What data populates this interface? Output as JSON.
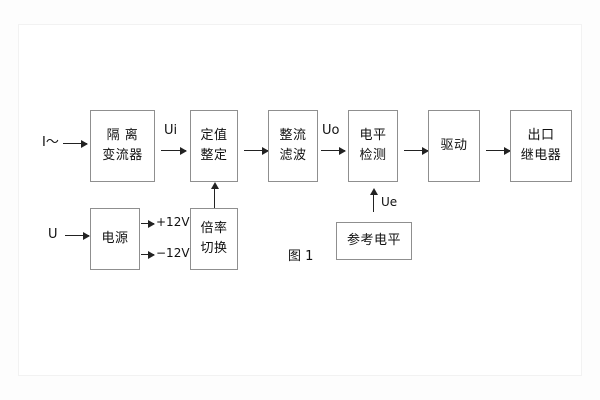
{
  "figure": {
    "caption": "图 1",
    "background": "#ffffff",
    "line_color": "#8f8f8f",
    "arrow_color": "#222222",
    "text_color": "#111111"
  },
  "blocks": [
    {
      "id": "isolation-ct",
      "lines": [
        "隔 离",
        "变流器"
      ]
    },
    {
      "id": "setpoint",
      "lines": [
        "定值",
        "整定"
      ]
    },
    {
      "id": "rectify-filter",
      "lines": [
        "整流",
        "滤波"
      ]
    },
    {
      "id": "level-detect",
      "lines": [
        "电平",
        "检测"
      ]
    },
    {
      "id": "drive",
      "lines": [
        "驱动"
      ]
    },
    {
      "id": "output-relay",
      "lines": [
        "出口",
        "继电器"
      ]
    },
    {
      "id": "power-supply",
      "lines": [
        "电源"
      ]
    },
    {
      "id": "multiplier-switch",
      "lines": [
        "倍率",
        "切换"
      ]
    },
    {
      "id": "reference-level",
      "lines": [
        "参考电平"
      ]
    }
  ],
  "signals": {
    "current_input": "I～",
    "voltage_input": "U",
    "ui": "Ui",
    "uo": "Uo",
    "ue": "Ue",
    "supply_positive": "+12V",
    "supply_negative": "−12V"
  }
}
